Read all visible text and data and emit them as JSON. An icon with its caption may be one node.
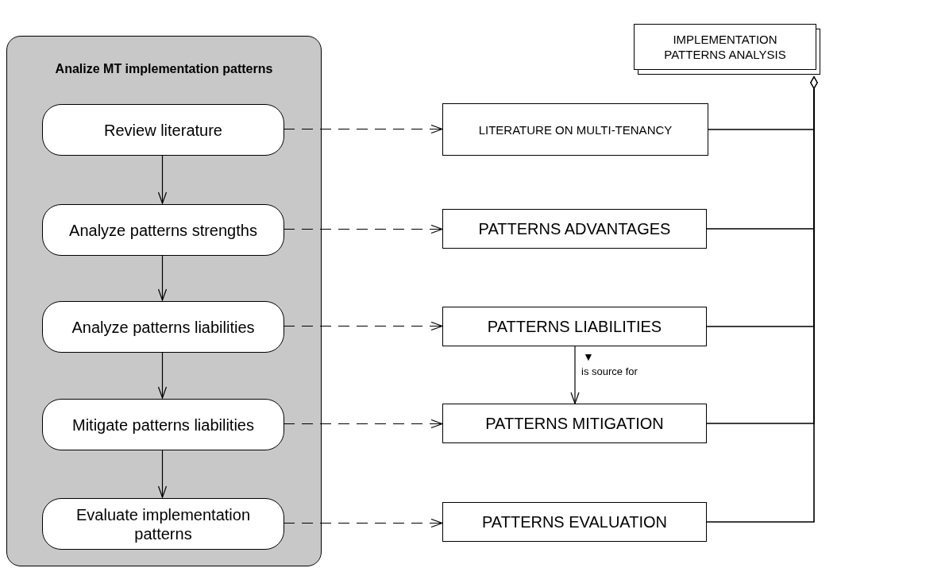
{
  "diagram": {
    "nodes": [
      {
        "text": [
          "Analize MT implementation patterns"
        ]
      },
      {
        "text": [
          "Review literature"
        ],
        "in": 0
      },
      {
        "text": [
          "Analyze patterns strengths"
        ],
        "in": 0
      },
      {
        "text": [
          "Analyze patterns liabilities"
        ],
        "in": 0
      },
      {
        "text": [
          "Mitigate patterns liabilities"
        ],
        "in": 0
      },
      {
        "text": [
          "Evaluate implementation patterns"
        ],
        "in": 0
      },
      {
        "text": [
          "IMPLEMENTATION PATTERNS ANALYSIS"
        ]
      },
      {
        "text": [
          "LITERATURE ON MULTI-TENANCY"
        ]
      },
      {
        "text": [
          "PATTERNS ADVANTAGES"
        ]
      },
      {
        "text": [
          "PATTERNS LIABILITIES"
        ]
      },
      {
        "text": [
          "PATTERNS MITIGATION"
        ]
      },
      {
        "text": [
          "PATTERNS EVALUATION"
        ]
      }
    ],
    "edges": [
      {
        "from": 1,
        "to": 2,
        "arrow": "to"
      },
      {
        "from": 2,
        "to": 3,
        "arrow": "to"
      },
      {
        "from": 3,
        "to": 4,
        "arrow": "to"
      },
      {
        "from": 4,
        "to": 5,
        "arrow": "to"
      },
      {
        "from": 1,
        "to": 7,
        "arrow": "to",
        "style": "dashed"
      },
      {
        "from": 2,
        "to": 8,
        "arrow": "to",
        "style": "dashed"
      },
      {
        "from": 3,
        "to": 9,
        "arrow": "to",
        "style": "dashed"
      },
      {
        "from": 4,
        "to": 10,
        "arrow": "to",
        "style": "dashed"
      },
      {
        "from": 5,
        "to": 11,
        "arrow": "to",
        "style": "dashed"
      },
      {
        "from": 9,
        "to": 10,
        "arrow": "to",
        "label": "is source for"
      },
      {
        "from": 7,
        "to": 6,
        "arrow": "other"
      },
      {
        "from": 8,
        "to": 6,
        "arrow": "other"
      },
      {
        "from": 9,
        "to": 6,
        "arrow": "other"
      },
      {
        "from": 10,
        "to": 6,
        "arrow": "other"
      },
      {
        "from": 11,
        "to": 6,
        "arrow": "other"
      }
    ],
    "labels": [
      "▼"
    ]
  }
}
